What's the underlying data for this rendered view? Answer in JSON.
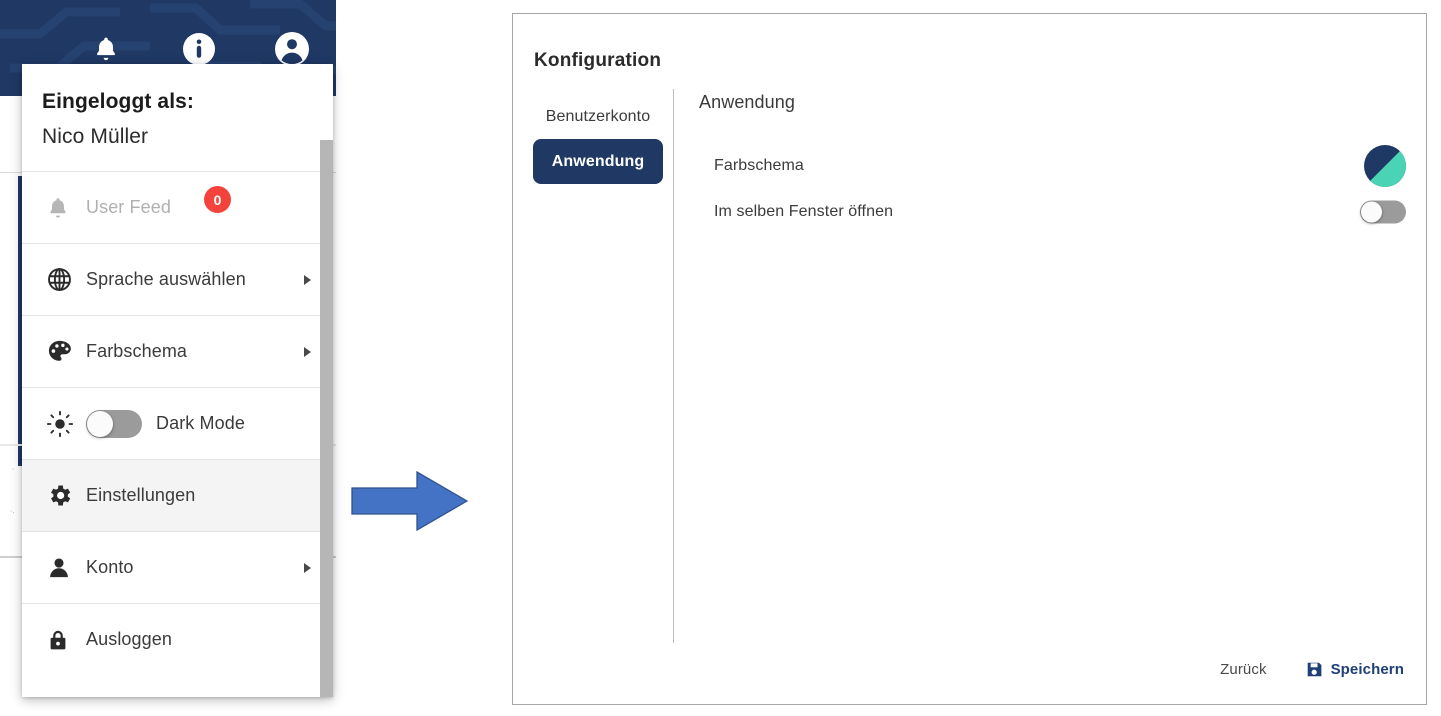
{
  "app": {
    "header": {
      "icons": [
        {
          "name": "notifications-bell-icon",
          "label": "Benachrichtigungen"
        },
        {
          "name": "info-icon",
          "label": "Information"
        },
        {
          "name": "user-account-icon",
          "label": "Benutzerkonto"
        }
      ],
      "background_color": "#1f3864"
    }
  },
  "user_menu": {
    "logged_in_label": "Eingeloggt als:",
    "user_name": "Nico Müller",
    "items": [
      {
        "label": "User Feed",
        "icon": "bell-icon",
        "badge": "0",
        "disabled": true,
        "caret": false,
        "toggle": false,
        "highlight": false
      },
      {
        "label": "Sprache auswählen",
        "icon": "globe-icon",
        "badge": null,
        "disabled": false,
        "caret": true,
        "toggle": false,
        "highlight": false
      },
      {
        "label": "Farbschema",
        "icon": "palette-icon",
        "badge": null,
        "disabled": false,
        "caret": true,
        "toggle": false,
        "highlight": false
      },
      {
        "label": "Dark Mode",
        "icon": "sun-icon",
        "badge": null,
        "disabled": false,
        "caret": false,
        "toggle": true,
        "toggle_on": false,
        "highlight": false
      },
      {
        "label": "Einstellungen",
        "icon": "gear-icon",
        "badge": null,
        "disabled": false,
        "caret": false,
        "toggle": false,
        "highlight": true
      },
      {
        "label": "Konto",
        "icon": "person-icon",
        "badge": null,
        "disabled": false,
        "caret": true,
        "toggle": false,
        "highlight": false
      },
      {
        "label": "Ausloggen",
        "icon": "lock-icon",
        "badge": null,
        "disabled": false,
        "caret": false,
        "toggle": false,
        "highlight": false
      }
    ],
    "badge_color": "#f4433c"
  },
  "arrow": {
    "name": "flow-arrow-right",
    "fill": "#4472c4",
    "stroke": "#2f528f"
  },
  "config": {
    "title": "Konfiguration",
    "tabs": [
      {
        "label": "Benutzerkonto",
        "active": false
      },
      {
        "label": "Anwendung",
        "active": true
      }
    ],
    "section_title": "Anwendung",
    "rows": [
      {
        "label": "Farbschema",
        "control": "color-swatch",
        "colors": [
          "#1f3864",
          "#4ad3b4"
        ]
      },
      {
        "label": "Im selben Fenster öffnen",
        "control": "toggle",
        "toggle_on": false
      }
    ],
    "footer": {
      "back_label": "Zurück",
      "save_label": "Speichern",
      "save_icon": "save-disk-icon",
      "save_color": "#1f3f77"
    },
    "accent_color": "#1f3864"
  }
}
